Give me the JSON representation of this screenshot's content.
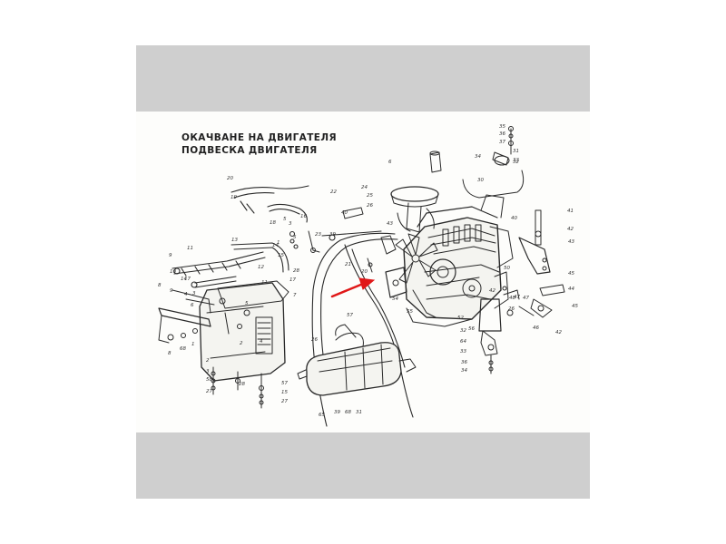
{
  "titles": {
    "line1": "ОКАЧВАНЕ НА ДВИГАТЕЛЯ",
    "line2": "ПОДВЕСКА ДВИГАТЕЛЯ"
  },
  "callouts": [
    "35",
    "36",
    "37",
    "31",
    "33",
    "34",
    "32",
    "6",
    "24",
    "22",
    "25",
    "26",
    "39",
    "30",
    "41",
    "40",
    "42",
    "43",
    "45",
    "44",
    "47",
    "26",
    "20",
    "19",
    "18",
    "16",
    "5",
    "3",
    "5",
    "1",
    "14",
    "15",
    "17",
    "28",
    "23",
    "20",
    "21",
    "40",
    "50",
    "42",
    "47",
    "48",
    "52",
    "54",
    "55",
    "56",
    "46",
    "45",
    "9",
    "10",
    "11",
    "13",
    "12",
    "11",
    "14",
    "17",
    "8",
    "9",
    "4",
    "3",
    "5",
    "6",
    "2",
    "4",
    "7",
    "8",
    "68",
    "1",
    "2",
    "3",
    "58",
    "27",
    "28",
    "57",
    "15",
    "27",
    "26",
    "57",
    "65",
    "39",
    "68",
    "31",
    "32",
    "64",
    "33",
    "36",
    "34",
    "42",
    "43",
    "44",
    "40",
    "29"
  ],
  "colors": {
    "band": "#cfcfcf",
    "ink": "#2a2a2a",
    "arrow": "#e01818"
  }
}
